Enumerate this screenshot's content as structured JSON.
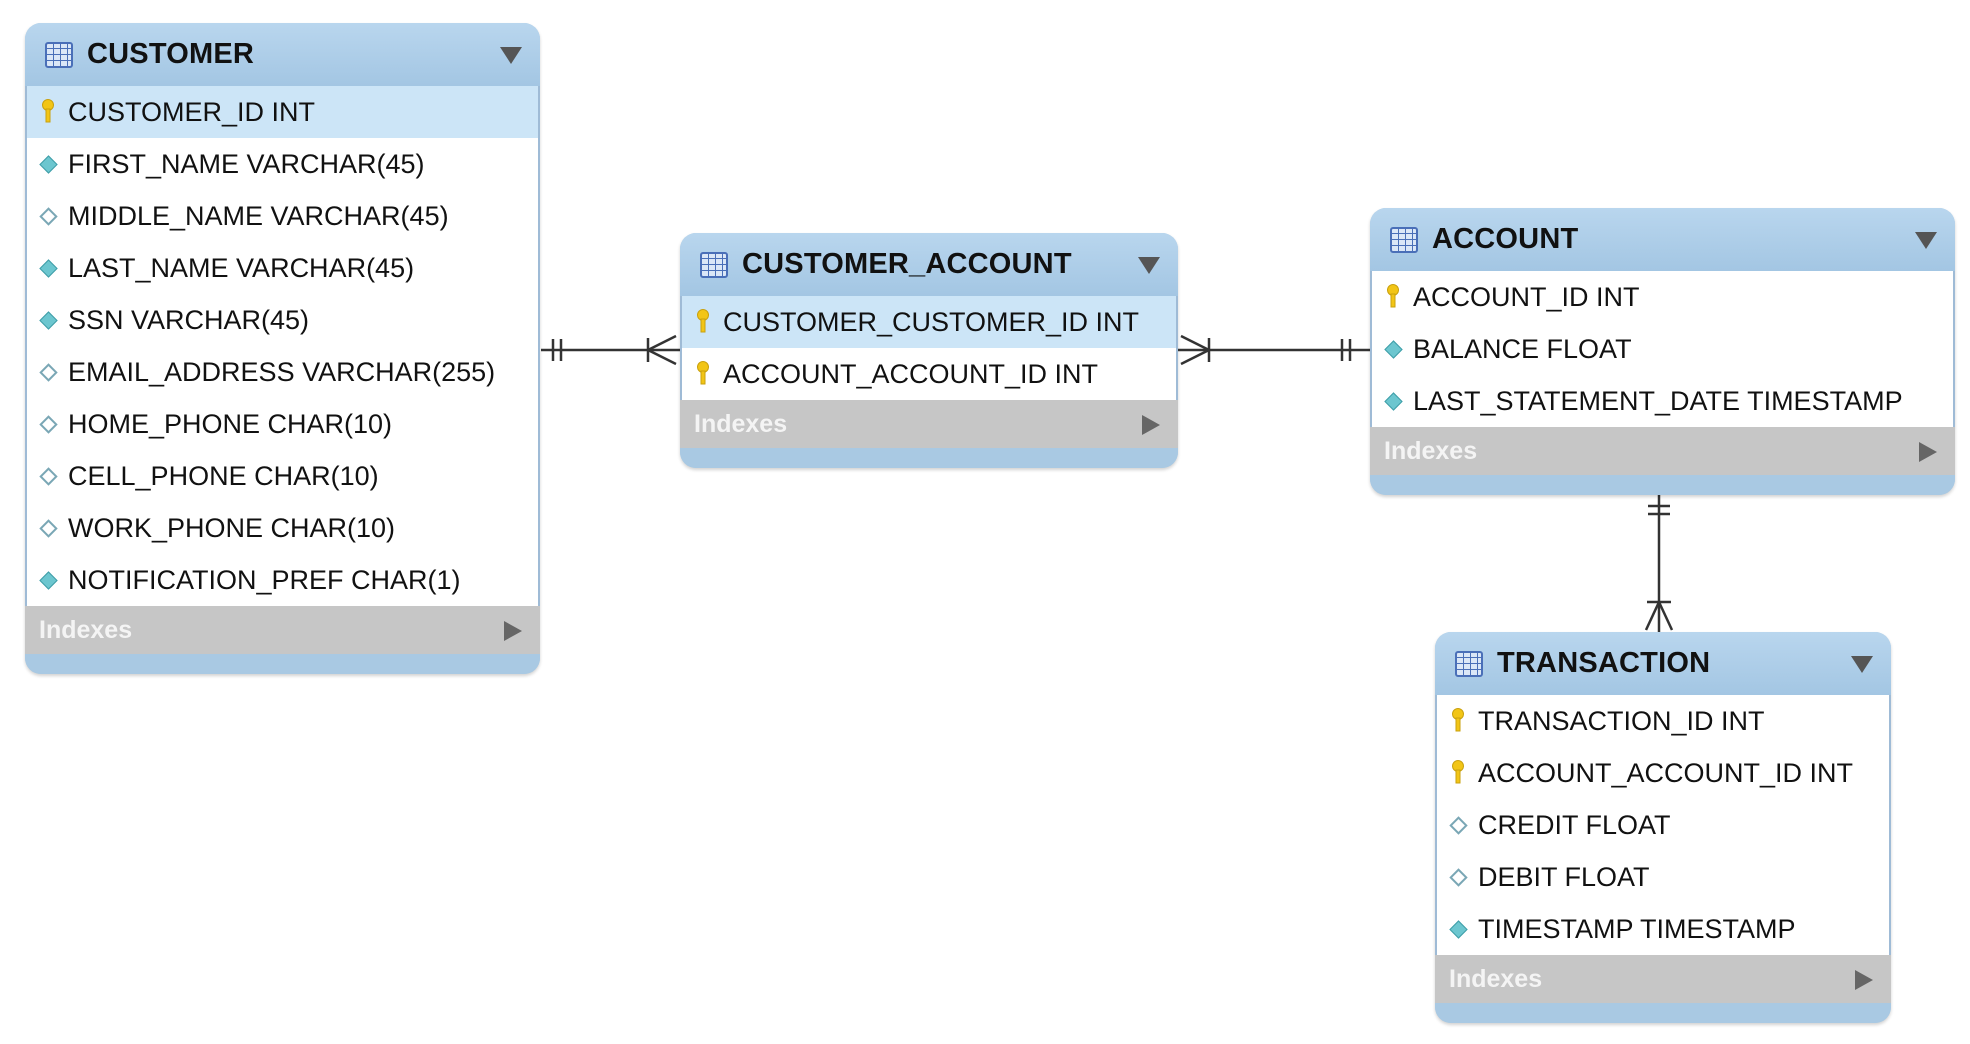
{
  "entities": {
    "customer": {
      "title": "CUSTOMER",
      "indexes_label": "Indexes",
      "columns": [
        {
          "text": "CUSTOMER_ID INT",
          "kind": "primary-key"
        },
        {
          "text": "FIRST_NAME VARCHAR(45)",
          "kind": "not-null"
        },
        {
          "text": "MIDDLE_NAME VARCHAR(45)",
          "kind": "nullable"
        },
        {
          "text": "LAST_NAME VARCHAR(45)",
          "kind": "not-null"
        },
        {
          "text": "SSN VARCHAR(45)",
          "kind": "not-null"
        },
        {
          "text": "EMAIL_ADDRESS VARCHAR(255)",
          "kind": "nullable"
        },
        {
          "text": "HOME_PHONE CHAR(10)",
          "kind": "nullable"
        },
        {
          "text": "CELL_PHONE CHAR(10)",
          "kind": "nullable"
        },
        {
          "text": "WORK_PHONE CHAR(10)",
          "kind": "nullable"
        },
        {
          "text": "NOTIFICATION_PREF CHAR(1)",
          "kind": "not-null"
        }
      ]
    },
    "customer_account": {
      "title": "CUSTOMER_ACCOUNT",
      "indexes_label": "Indexes",
      "columns": [
        {
          "text": "CUSTOMER_CUSTOMER_ID INT",
          "kind": "primary-key"
        },
        {
          "text": "ACCOUNT_ACCOUNT_ID INT",
          "kind": "primary-key"
        }
      ]
    },
    "account": {
      "title": "ACCOUNT",
      "indexes_label": "Indexes",
      "columns": [
        {
          "text": "ACCOUNT_ID INT",
          "kind": "primary-key"
        },
        {
          "text": "BALANCE FLOAT",
          "kind": "not-null"
        },
        {
          "text": "LAST_STATEMENT_DATE TIMESTAMP",
          "kind": "not-null"
        }
      ]
    },
    "transaction": {
      "title": "TRANSACTION",
      "indexes_label": "Indexes",
      "columns": [
        {
          "text": "TRANSACTION_ID INT",
          "kind": "primary-key"
        },
        {
          "text": "ACCOUNT_ACCOUNT_ID INT",
          "kind": "primary-key"
        },
        {
          "text": "CREDIT FLOAT",
          "kind": "nullable"
        },
        {
          "text": "DEBIT FLOAT",
          "kind": "nullable"
        },
        {
          "text": "TIMESTAMP TIMESTAMP",
          "kind": "not-null"
        }
      ]
    }
  },
  "relationships": [
    {
      "from": "CUSTOMER",
      "to": "CUSTOMER_ACCOUNT",
      "from_cardinality": "one-and-only-one",
      "to_cardinality": "one-or-many"
    },
    {
      "from": "ACCOUNT",
      "to": "CUSTOMER_ACCOUNT",
      "from_cardinality": "one-and-only-one",
      "to_cardinality": "one-or-many"
    },
    {
      "from": "ACCOUNT",
      "to": "TRANSACTION",
      "from_cardinality": "one-and-only-one",
      "to_cardinality": "one-or-many"
    }
  ],
  "colors": {
    "header": "#a9c9e3",
    "selected_row": "#cce5f7",
    "indexes_bar": "#c6c6c6",
    "key_icon": "#f2c516",
    "diamond": "#6cc6cf",
    "connector": "#333333"
  }
}
